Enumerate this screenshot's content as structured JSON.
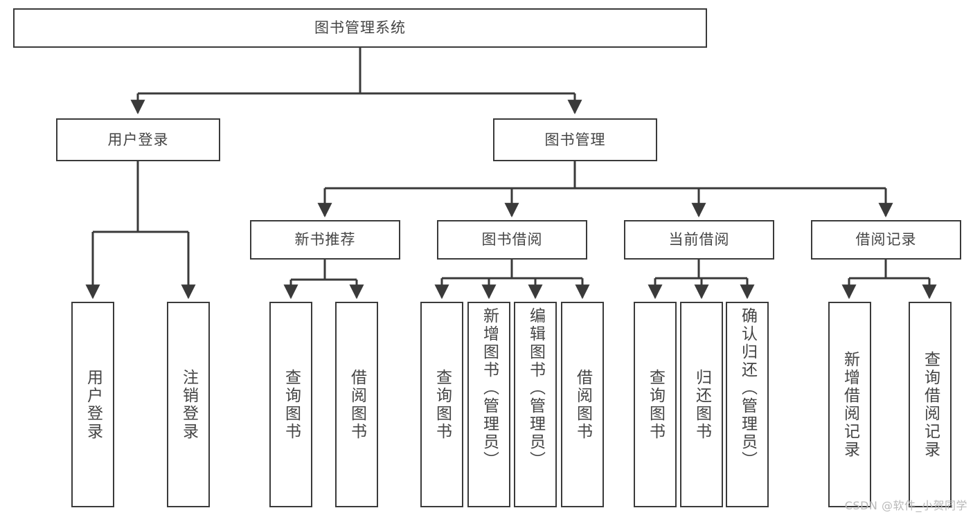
{
  "diagram": {
    "type": "tree-hierarchy-chart",
    "title": "图书管理系统",
    "background_color": "#ffffff",
    "line_color": "#3a3a3a",
    "text_color": "#444444",
    "nodes": {
      "root": {
        "label": "图书管理系统"
      },
      "level1": [
        {
          "id": "user-login",
          "label": "用户登录"
        },
        {
          "id": "book-management",
          "label": "图书管理"
        }
      ],
      "level2": [
        {
          "id": "new-book-recommend",
          "label": "新书推荐"
        },
        {
          "id": "book-borrow",
          "label": "图书借阅"
        },
        {
          "id": "current-borrow",
          "label": "当前借阅"
        },
        {
          "id": "borrow-record",
          "label": "借阅记录"
        }
      ],
      "leaves": {
        "user_login": [
          {
            "id": "leaf-user-login",
            "label": "用户登录"
          },
          {
            "id": "leaf-logout",
            "label": "注销登录"
          }
        ],
        "new_book_recommend": [
          {
            "id": "leaf-query-book-1",
            "label": "查询图书"
          },
          {
            "id": "leaf-borrow-book-1",
            "label": "借阅图书"
          }
        ],
        "book_borrow": [
          {
            "id": "leaf-query-book-2",
            "label": "查询图书"
          },
          {
            "id": "leaf-add-book-admin",
            "label": "新增图书（管理员）"
          },
          {
            "id": "leaf-edit-book-admin",
            "label": "编辑图书（管理员）"
          },
          {
            "id": "leaf-borrow-book-2",
            "label": "借阅图书"
          }
        ],
        "current_borrow": [
          {
            "id": "leaf-query-book-3",
            "label": "查询图书"
          },
          {
            "id": "leaf-return-book",
            "label": "归还图书"
          },
          {
            "id": "leaf-confirm-return-admin",
            "label": "确认归还（管理员）"
          }
        ],
        "borrow_record": [
          {
            "id": "leaf-add-borrow-record",
            "label": "新增借阅记录"
          },
          {
            "id": "leaf-query-borrow-record",
            "label": "查询借阅记录"
          }
        ]
      }
    },
    "watermark": "CSDN @软件_小贺同学"
  }
}
